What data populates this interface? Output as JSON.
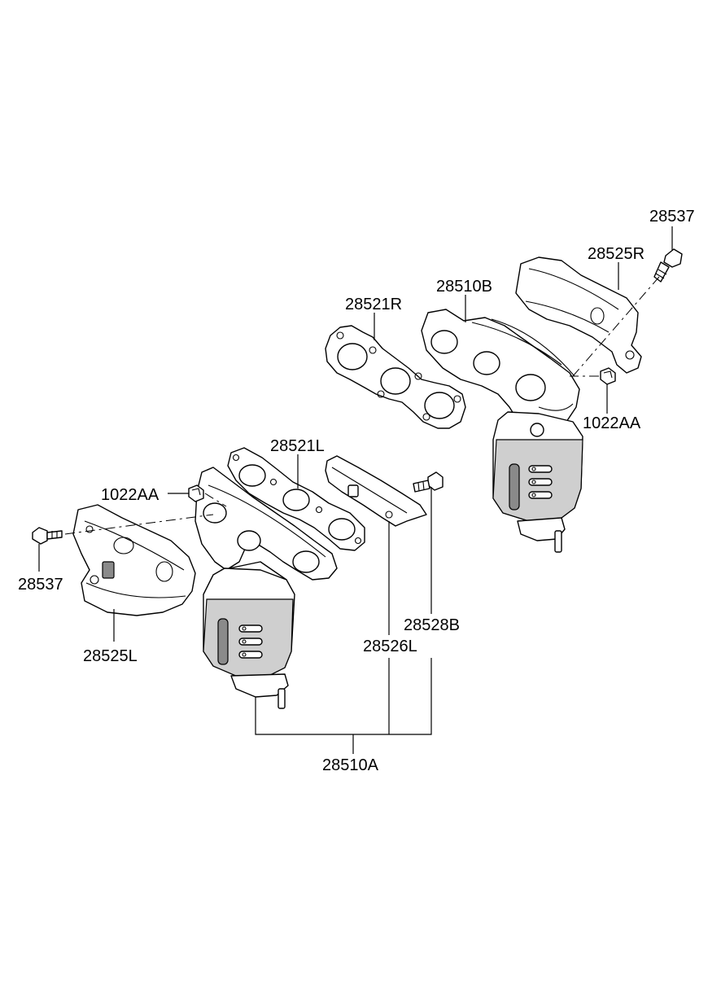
{
  "labels": {
    "bolt_right": "28537",
    "heat_shield_right": "28525R",
    "manifold_right": "28510B",
    "gasket_right": "28521R",
    "nut_right": "1022AA",
    "gasket_left": "28521L",
    "nut_left": "1022AA",
    "bolt_left": "28537",
    "heat_shield_left": "28525L",
    "stay_bolt": "28528B",
    "bracket": "28526L",
    "assembly": "28510A"
  }
}
